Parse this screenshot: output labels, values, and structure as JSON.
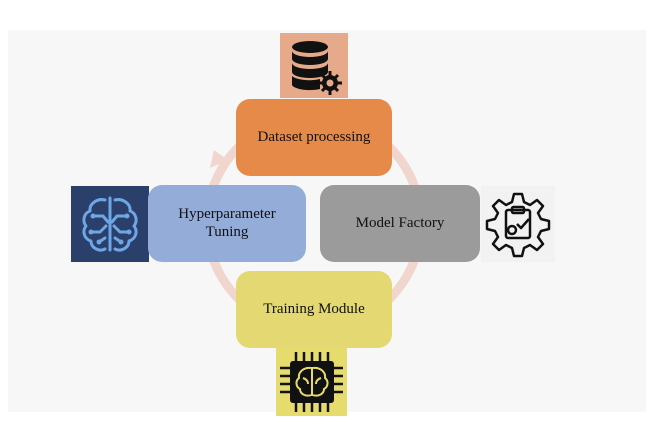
{
  "diagram": {
    "nodes": {
      "dataset": "Dataset processing",
      "model": "Model Factory",
      "training": "Training Module",
      "hyper_line1": "Hyperparameter",
      "hyper_line2": "Tuning"
    },
    "colors": {
      "dataset": "#e68a4a",
      "model": "#9b9b9b",
      "training": "#e3d872",
      "hyper": "#93acd8",
      "cycle_ring": "#f1d6cf"
    },
    "icons": {
      "dataset": "database-gear-icon",
      "hyper": "neural-network-brain-icon",
      "model": "gear-checklist-icon",
      "training": "ai-chip-brain-icon"
    }
  }
}
